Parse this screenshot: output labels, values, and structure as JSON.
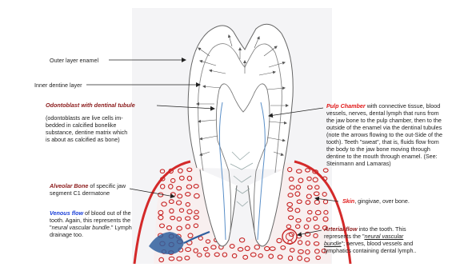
{
  "labels": {
    "outer_enamel": "Outer layer enamel",
    "inner_dentine": "Inner dentine layer",
    "odontoblast": {
      "title": "Odontoblast with dentinal tubule",
      "l1": "(odontoblasts are live cells im-",
      "l2": "bedded in calcified bonelike",
      "l3": "substance, dentine matrix which",
      "l4": "is about as calcified as bone)"
    },
    "alveolar": {
      "title": "Alveolar Bone",
      "t1": " of specific jaw",
      "l2": "segment C1 dermatone"
    },
    "venous": {
      "title": "Venous flow",
      "t1": " of blood out of the",
      "l2": "tooth.  Again, this represents the",
      "q1": "\"",
      "em": "neural vascular bundle",
      "q2": ".\"",
      "t3": " Lymph",
      "l4": "drainage too."
    },
    "pulp": {
      "title": "Pulp Chamber",
      "t1": " with connective tissue, blood",
      "l2": "vessels, nerves, dental lymph that runs from",
      "l3": "the jaw bone to the pulp chamber, then to the",
      "l4": "outside of the enamel via the dentinal tubules",
      "l5": "(note the arrows flowing to the out-Side of the",
      "l6": "tooth).  Teeth \"sweat\", that is, fluids flow from",
      "l7": "the body to the jaw bone moving through",
      "l8": "dentine to the mouth through enamel. (See:",
      "l9": "Steinmann and Lamaras)"
    },
    "skin": {
      "title": "Skin",
      "t1": ", gingivae, over bone."
    },
    "arterial": {
      "title": "Arterial flow",
      "t1": " into the tooth.  This",
      "l2a": "represents the \"",
      "em1": "neural vascular",
      "em2": "bundle",
      "l3b": "\"; nerves, blood vessels and",
      "l4": "lymphatics containing dental lymph.."
    }
  },
  "colors": {
    "gum": "#d42a2a",
    "bone_dots": "#c72525",
    "label_dark_red": "#8b1a1a",
    "label_red": "#e01818",
    "label_blue": "#1a3fd8",
    "vein": "#2f5f9e",
    "pulp_vessels": "#5a8fc8"
  }
}
